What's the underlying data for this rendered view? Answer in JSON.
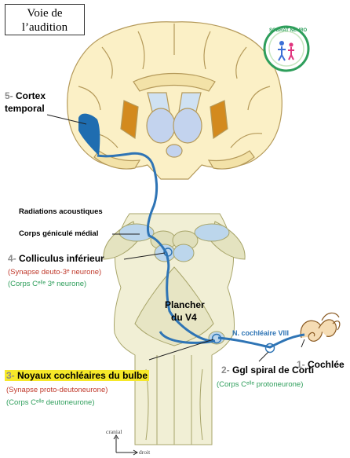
{
  "title": {
    "line1": "Voie de",
    "line2": "l’audition"
  },
  "logo": {
    "text": "SOBRAT NEURO",
    "icon": "family-logo-icon"
  },
  "labels": {
    "cortex_num": "5-",
    "cortex_line1": "Cortex",
    "cortex_line2": "temporal",
    "radiations": "Radiations acoustiques",
    "corps_genicule": "Corps géniculé médial",
    "colliculus_num": "4-",
    "colliculus": "Colliculus inférieur",
    "colliculus_syn": "(Synapse deuto-3ᵉ neurone)",
    "colliculus_corps": "(Corps Cᵉˡˡᵉ 3ᵉ neurone)",
    "plancher_line1": "Plancher",
    "plancher_line2": "du V4",
    "nerf": "N. cochléaire VIII",
    "cochlee_num": "1-",
    "cochlee": "Cochlée",
    "noyaux_num": "3-",
    "noyaux": "Noyaux cochléaires du bulbe",
    "noyaux_syn": "(Synapse proto-deutoneurone)",
    "noyaux_corps": "(Corps Cᵉˡˡᵉ deutoneurone)",
    "ggl_num": "2-",
    "ggl": "Ggl spiral de Corti",
    "ggl_corps": "(Corps Cᵉˡˡᵉ protoneurone)",
    "axis_cranial": "cranial",
    "axis_droit": "droit"
  },
  "colors": {
    "pathway": "#2e74b5",
    "number_gray": "#8a8a8a",
    "synapse_red": "#c0392b",
    "corps_green": "#2e9e5b",
    "brain": "#fbf0c6",
    "highlight": "#f6e829"
  }
}
